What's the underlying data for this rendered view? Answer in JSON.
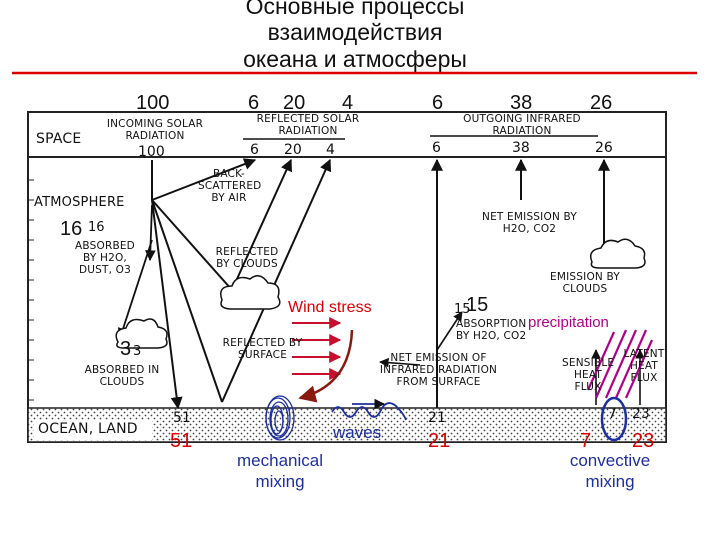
{
  "title": {
    "line1": "Основные процессы",
    "line2": "взаимодействия",
    "line3": "океана и атмосферы"
  },
  "overlay": {
    "top_100": "100",
    "top_6a": "6",
    "top_20": "20",
    "top_4": "4",
    "top_6b": "6",
    "top_38": "38",
    "top_26": "26",
    "atm_16": "16",
    "atm_15": "15",
    "clouds_3": "3",
    "ocean_51": "51",
    "ocean_21": "21",
    "ocean_7": "7",
    "ocean_23": "23",
    "wind_stress": "Wind stress",
    "precipitation": "precipitation",
    "waves": "waves",
    "mechanical_mixing": "mechanical mixing",
    "convective_mixing": "convective mixing"
  },
  "figure": {
    "space": "SPACE",
    "incoming": "INCOMING SOLAR RADIATION",
    "incoming_value": "100",
    "reflected_solar": "REFLECTED SOLAR RADIATION",
    "refl_6": "6",
    "refl_20": "20",
    "refl_4": "4",
    "outgoing": "OUTGOING INFRARED RADIATION",
    "out_6": "6",
    "out_38": "38",
    "out_26": "26",
    "atmosphere": "ATMOSPHERE",
    "atm_16": "16",
    "absorbed_dust": "ABSORBED BY H2O, DUST, O3",
    "backscattered": "BACK-SCATTERED BY AIR",
    "reflected_clouds": "REFLECTED BY CLOUDS",
    "net_emission_h2o": "NET EMISSION BY H2O, CO2",
    "emission_clouds": "EMISSION BY CLOUDS",
    "absorption_val": "15",
    "absorption": "ABSORPTION BY H2O, CO2",
    "clouds_3": "3",
    "absorbed_clouds": "ABSORBED IN CLOUDS",
    "reflected_surface": "REFLECTED BY SURFACE",
    "net_emission_surface": "NET EMISSION OF INFRARED RADIATION FROM SURFACE",
    "sensible_heat": "SENSIBLE HEAT FLUX",
    "latent_heat": "LATENT HEAT FLUX",
    "ocean_land": "OCEAN, LAND",
    "ocean_51": "51",
    "ocean_21": "21",
    "ocean_7": "7",
    "ocean_23": "23"
  },
  "colors": {
    "red_line": "#d80000",
    "red_arrows": "#c8102e",
    "brown_arrow": "#8a1a10",
    "blue_mixing": "#1d2fa0",
    "purple_precip": "#b0008a"
  }
}
